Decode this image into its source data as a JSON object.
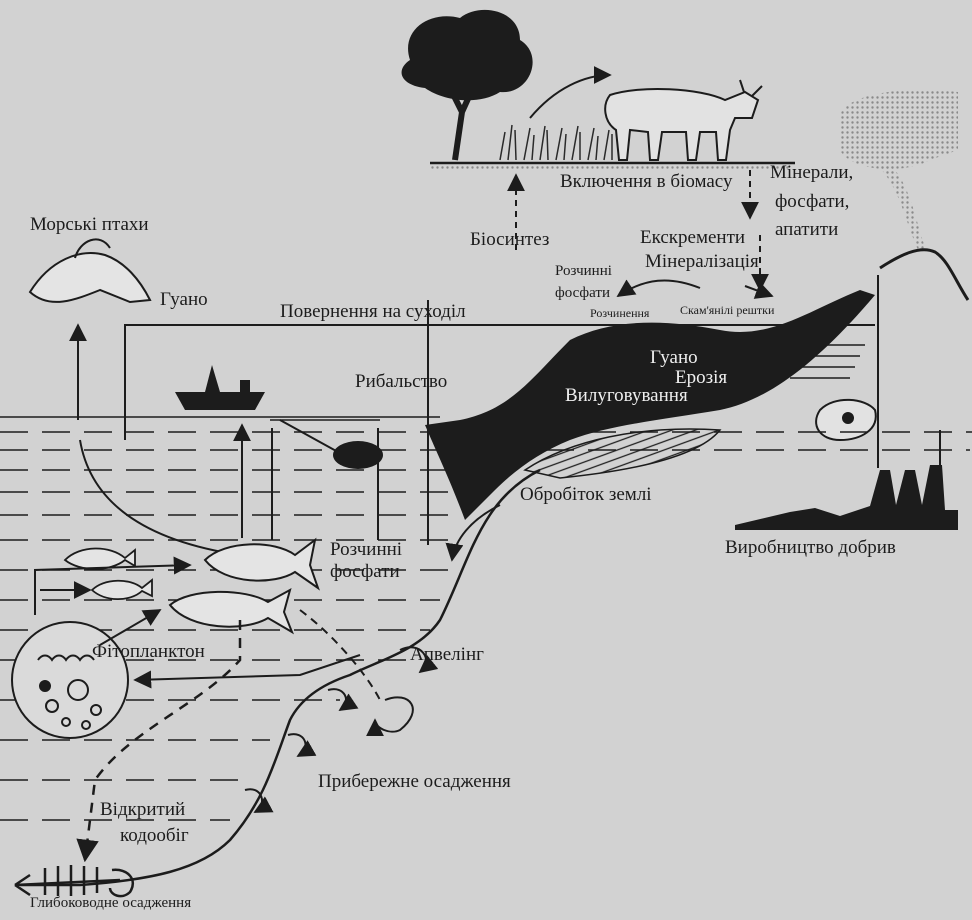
{
  "diagram": {
    "labels": {
      "sea_birds": "Морські птахи",
      "guano_bird": "Гуано",
      "return_to_land": "Повернення на суходіл",
      "inclusion_biomass": "Включення в біомасу",
      "biosynthesis": "Біосинтез",
      "excrements": "Екскременти",
      "mineralization": "Мінералізація",
      "soluble_phosphates_top_1": "Розчинні",
      "soluble_phosphates_top_2": "фосфати",
      "minerals_1": "Мінерали,",
      "minerals_2": "фосфати,",
      "minerals_3": "апатити",
      "dissolution": "Розчинення",
      "fossil_remains": "Скам'янілі рештки",
      "guano_land": "Гуано",
      "erosion": "Ерозія",
      "leaching": "Вилуговування",
      "fishing": "Рибальство",
      "land_cultivation": "Обробіток землі",
      "fertilizer_production": "Виробництво добрив",
      "soluble_phosphates_sea_1": "Розчинні",
      "soluble_phosphates_sea_2": "фосфати",
      "phytoplankton": "Фітопланктон",
      "upwelling": "Апвелінг",
      "coastal_sedimentation": "Прибережне осадження",
      "open_water_cycle_1": "Відкритий",
      "open_water_cycle_2": "кодообіг",
      "deep_sedimentation": "Глибоководне осадження"
    }
  }
}
